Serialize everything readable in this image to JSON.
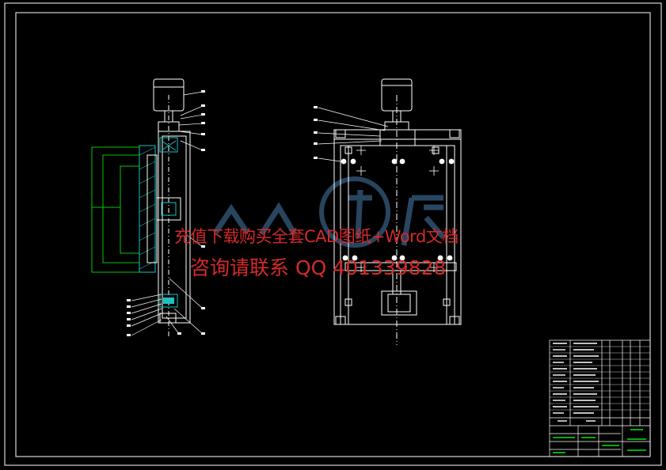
{
  "watermark": {
    "line1": "充值下载购买全套CAD图纸+Word文档",
    "line2": "咨询请联系 QQ 401339828"
  },
  "colors": {
    "background": "#000000",
    "line": "#ffffff",
    "dimension": "#00c800",
    "hatch": "#20c0c0",
    "watermark": "#d42a2a",
    "logo": "#4a7fb0"
  },
  "icons": {
    "logo": "renrenwenku-logo",
    "motor": "motor-icon",
    "bearing": "bearing-icon"
  }
}
